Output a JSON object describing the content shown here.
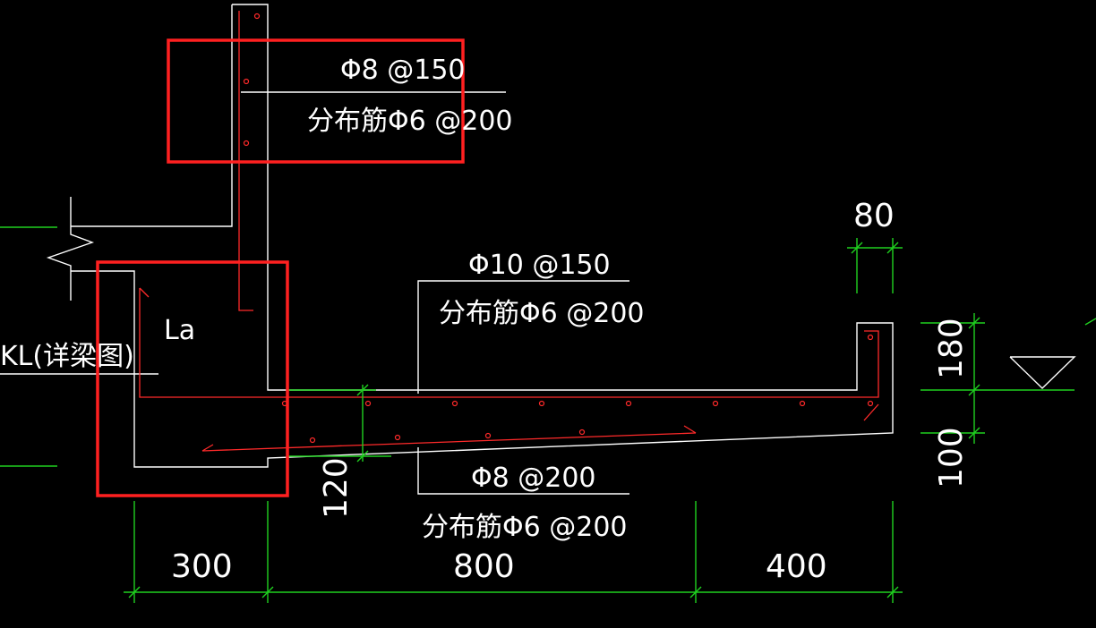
{
  "annotations": {
    "wall_rebar": "Φ8 @150",
    "wall_dist": "分布筋Φ6 @200",
    "slab_top_rebar": "Φ10 @150",
    "slab_top_dist": "分布筋Φ6 @200",
    "slab_bot_rebar": "Φ8 @200",
    "slab_bot_dist": "分布筋Φ6 @200",
    "anchor_label": "La",
    "beam_label": "KL(详梁图)"
  },
  "dimensions": {
    "d300": "300",
    "d800": "800",
    "d400": "400",
    "d120": "120",
    "d80": "80",
    "d180": "180",
    "d100": "100"
  },
  "colors": {
    "background": "#000000",
    "outline": "#ffffff",
    "rebar": "#ff2a2a",
    "dimension": "#1fd01f",
    "highlight": "#ff2020"
  }
}
